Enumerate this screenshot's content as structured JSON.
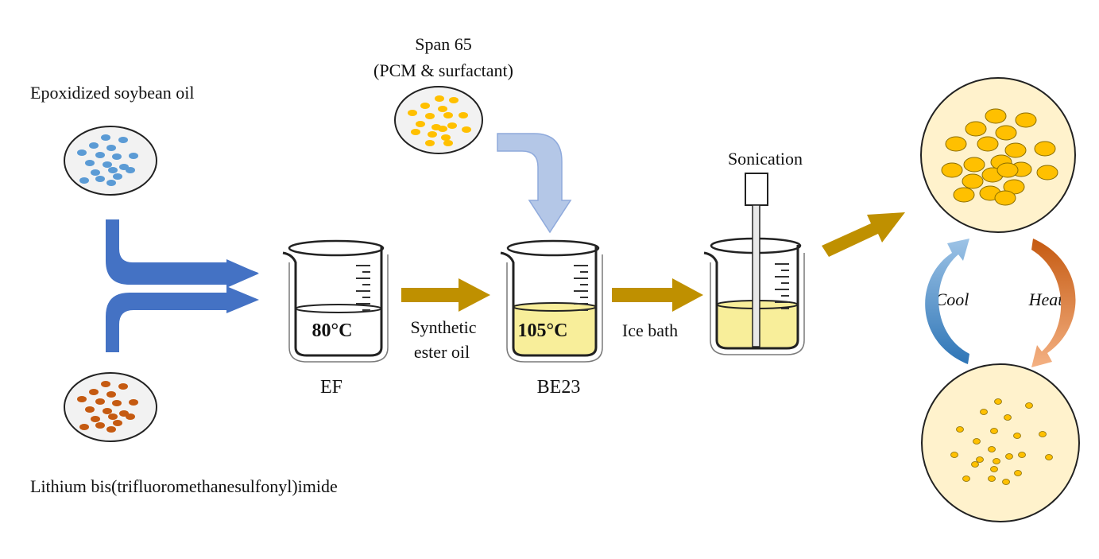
{
  "labels": {
    "esbo": "Epoxidized soybean oil",
    "litfsi": "Lithium bis(trifluoromethanesulfonyl)imide",
    "span_line1": "Span 65",
    "span_line2": "(PCM & surfactant)",
    "synthetic_line1": "Synthetic",
    "synthetic_line2": "ester oil",
    "ice_bath": "Ice bath",
    "sonication": "Sonication",
    "ef": "EF",
    "be23": "BE23",
    "temp_ef": "80°C",
    "temp_be23": "105°C",
    "cool": "Cool",
    "heat": "Heat"
  },
  "colors": {
    "blue_particles": "#5b9bd5",
    "orange_particles": "#c55a11",
    "yellow_particles": "#ffc000",
    "blue_arrow": "#4472c4",
    "light_blue_arrow": "#a9c3e8",
    "gold_arrow": "#bf9000",
    "liquid": "#f8ee9a",
    "beige": "#fff2cc",
    "cool_arrow": "#5b9bd5",
    "heat_arrow": "#ed7d31"
  }
}
